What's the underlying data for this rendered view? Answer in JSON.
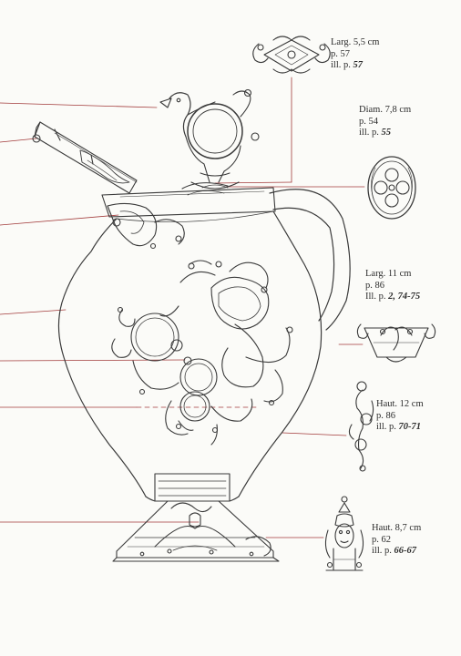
{
  "colors": {
    "paper": "#fbfbf8",
    "ink": "#3a3a3a",
    "leader": "#a23b3b",
    "accent": "#b84a4a"
  },
  "captions": [
    {
      "id": "brooch",
      "lines": [
        "Larg. 5,5 cm",
        "p. 57"
      ],
      "ill_prefix": "ill. p. ",
      "ill_pages": "57"
    },
    {
      "id": "disc",
      "lines": [
        "Diam. 7,8 cm",
        "p. 54"
      ],
      "ill_prefix": "ill. p. ",
      "ill_pages": "55"
    },
    {
      "id": "birds-plaque",
      "lines": [
        "Larg. 11 cm",
        "p. 86"
      ],
      "ill_prefix": "Ill. p. ",
      "ill_pages": "2, 74-75"
    },
    {
      "id": "s-mount",
      "lines": [
        "Haut. 12 cm",
        "p. 86"
      ],
      "ill_prefix": "ill. p. ",
      "ill_pages": "70-71"
    },
    {
      "id": "face-mount",
      "lines": [
        "Haut. 8,7 cm",
        "p. 62"
      ],
      "ill_prefix": "ill. p. ",
      "ill_pages": "66-67"
    }
  ]
}
